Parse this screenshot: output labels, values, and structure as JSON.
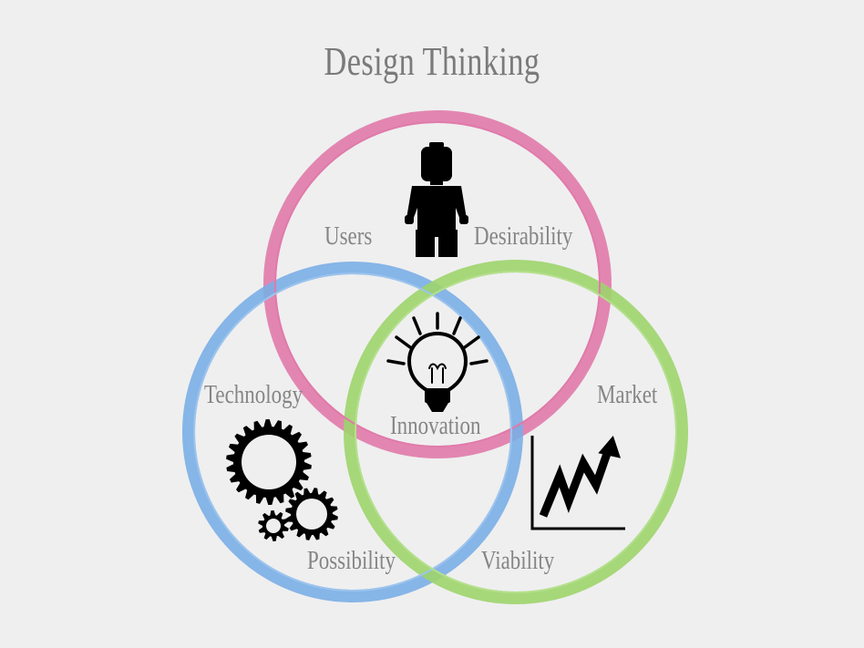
{
  "title": "Design Thinking",
  "labels": {
    "users": "Users",
    "desirability": "Desirability",
    "technology": "Technology",
    "market": "Market",
    "innovation": "Innovation",
    "possibility": "Possibility",
    "viability": "Viability"
  },
  "colors": {
    "background": "#efefef",
    "users_circle": "#e07aaa",
    "technology_circle": "#7aaee6",
    "market_circle": "#9dd46c",
    "text": "#858585",
    "icons": "#000000"
  },
  "icons": [
    "person-icon",
    "lightbulb-icon",
    "gears-icon",
    "growth-chart-icon"
  ]
}
